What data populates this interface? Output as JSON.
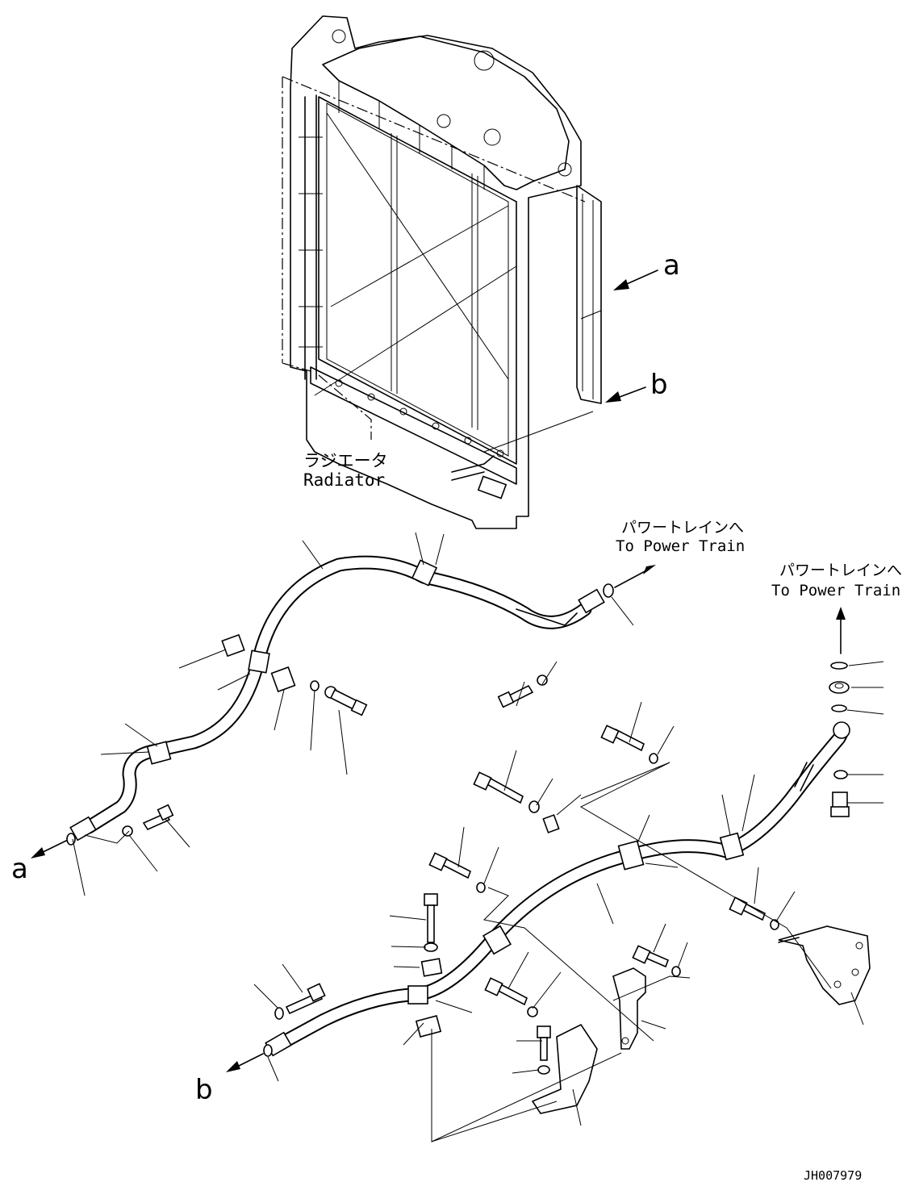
{
  "radiator": {
    "label_jp": "ラジエータ",
    "label_en": "Radiator"
  },
  "power_train_1": {
    "label_jp": "パワートレインへ",
    "label_en": "To Power Train"
  },
  "power_train_2": {
    "label_jp": "パワートレインへ",
    "label_en": "To Power Train"
  },
  "connection_markers": {
    "a": "a",
    "b": "b"
  },
  "drawing_number": "JH007979"
}
